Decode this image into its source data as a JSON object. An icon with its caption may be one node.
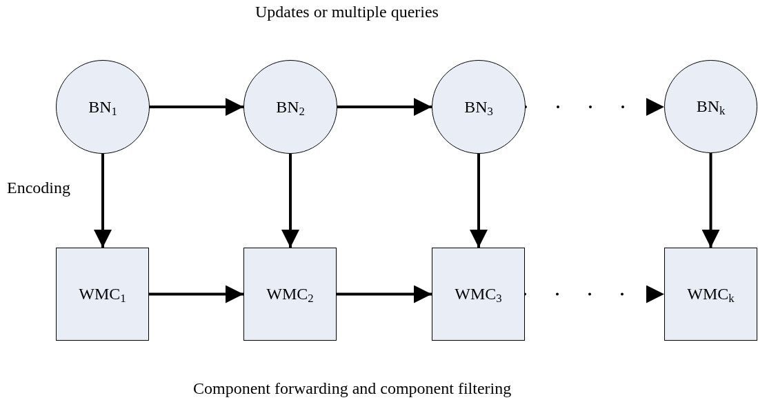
{
  "diagram": {
    "nodes": [
      {
        "text": [
          "BN$_{1}$"
        ]
      },
      {
        "text": [
          "BN$_{2}$"
        ]
      },
      {
        "text": [
          "BN$_{3}$"
        ]
      },
      {
        "text": [
          "BN$_{k}$"
        ]
      },
      {
        "text": [
          "WMC$_{1}$"
        ]
      },
      {
        "text": [
          "WMC$_{2}$"
        ]
      },
      {
        "text": [
          "WMC$_{3}$"
        ]
      },
      {
        "text": [
          "WMC$_{k}$"
        ]
      }
    ],
    "edges": [
      {
        "from": 0,
        "to": 1,
        "arrow": "to"
      },
      {
        "from": 1,
        "to": 2,
        "arrow": "to"
      },
      {
        "from": 2,
        "to": 3,
        "arrow": "to",
        "style": "dashed"
      },
      {
        "from": 0,
        "to": 4,
        "arrow": "to"
      },
      {
        "from": 1,
        "to": 5,
        "arrow": "to"
      },
      {
        "from": 2,
        "to": 6,
        "arrow": "to"
      },
      {
        "from": 3,
        "to": 7,
        "arrow": "to"
      },
      {
        "from": 4,
        "to": 5,
        "arrow": "to"
      },
      {
        "from": 5,
        "to": 6,
        "arrow": "to"
      },
      {
        "from": 6,
        "to": 7,
        "arrow": "to",
        "style": "dashed"
      }
    ],
    "labels": [
      "Updates or multiple queries",
      "Encoding",
      "Component forwarding and component filtering"
    ]
  }
}
